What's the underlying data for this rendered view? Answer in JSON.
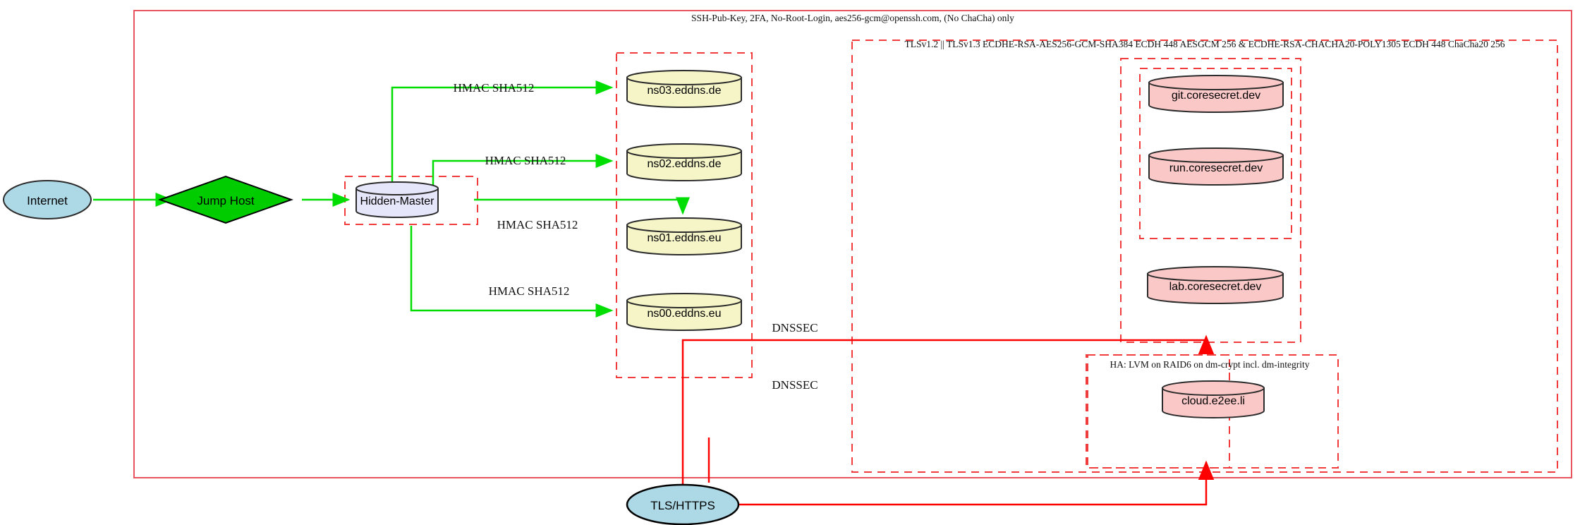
{
  "diagram": {
    "title_hidden": "",
    "clusters": [
      {
        "id": "ssh",
        "label": "SSH-Pub-Key, 2FA, No-Root-Login, aes256-gcm@openssh.com, (No ChaCha) only",
        "color": "#e8555e"
      },
      {
        "id": "tls",
        "label": "TLSv1.2 || TLSv1.3 ECDHE-RSA-AES256-GCM-SHA384 ECDH 448 AESGCM 256 & ECDHE-RSA-CHACHA20-POLY1305 ECDH 448 ChaCha20 256",
        "color": "#f03c3c"
      },
      {
        "id": "ha",
        "label": "HA: LVM on RAID6 on dm-crypt incl. dm-integrity",
        "color": "#f03c3c"
      },
      {
        "id": "hidden-master-box",
        "label": "",
        "color": "#f03c3c"
      },
      {
        "id": "dns-box",
        "label": "",
        "color": "#f03c3c"
      },
      {
        "id": "coresecret-outer",
        "label": "",
        "color": "#f03c3c"
      },
      {
        "id": "coresecret-inner",
        "label": "",
        "color": "#f03c3c"
      }
    ],
    "nodes": [
      {
        "id": "internet",
        "label": "Internet",
        "shape": "ellipse",
        "fill": "#add8e6"
      },
      {
        "id": "jump-host",
        "label": "Jump Host",
        "shape": "diamond",
        "fill": "#00cc00"
      },
      {
        "id": "hidden-master",
        "label": "Hidden-Master",
        "shape": "cylinder",
        "fill": "#e6e6fa"
      },
      {
        "id": "ns03",
        "label": "ns03.eddns.de",
        "shape": "cylinder",
        "fill": "#f5f5c8"
      },
      {
        "id": "ns02",
        "label": "ns02.eddns.de",
        "shape": "cylinder",
        "fill": "#f5f5c8"
      },
      {
        "id": "ns01",
        "label": "ns01.eddns.eu",
        "shape": "cylinder",
        "fill": "#f5f5c8"
      },
      {
        "id": "ns00",
        "label": "ns00.eddns.eu",
        "shape": "cylinder",
        "fill": "#f5f5c8"
      },
      {
        "id": "git",
        "label": "git.coresecret.dev",
        "shape": "cylinder",
        "fill": "#fbc8c8"
      },
      {
        "id": "run",
        "label": "run.coresecret.dev",
        "shape": "cylinder",
        "fill": "#fbc8c8"
      },
      {
        "id": "lab",
        "label": "lab.coresecret.dev",
        "shape": "cylinder",
        "fill": "#fbc8c8"
      },
      {
        "id": "cloud",
        "label": "cloud.e2ee.li",
        "shape": "cylinder",
        "fill": "#fbc8c8"
      },
      {
        "id": "tls-https",
        "label": "TLS/HTTPS",
        "shape": "ellipse",
        "fill": "#add8e6"
      }
    ],
    "edge_labels": {
      "hmac_ns03": "HMAC SHA512",
      "hmac_ns02": "HMAC SHA512",
      "hmac_ns01": "HMAC SHA512",
      "hmac_ns00": "HMAC SHA512",
      "dnssec_upper": "DNSSEC",
      "dnssec_lower": "DNSSEC"
    },
    "colors": {
      "edge_green": "#00dd00",
      "edge_red": "#ff0000",
      "cluster_red": "#f03c3c",
      "cluster_red_soft": "#e8555e",
      "node_stroke": "#2b2b2b"
    }
  }
}
